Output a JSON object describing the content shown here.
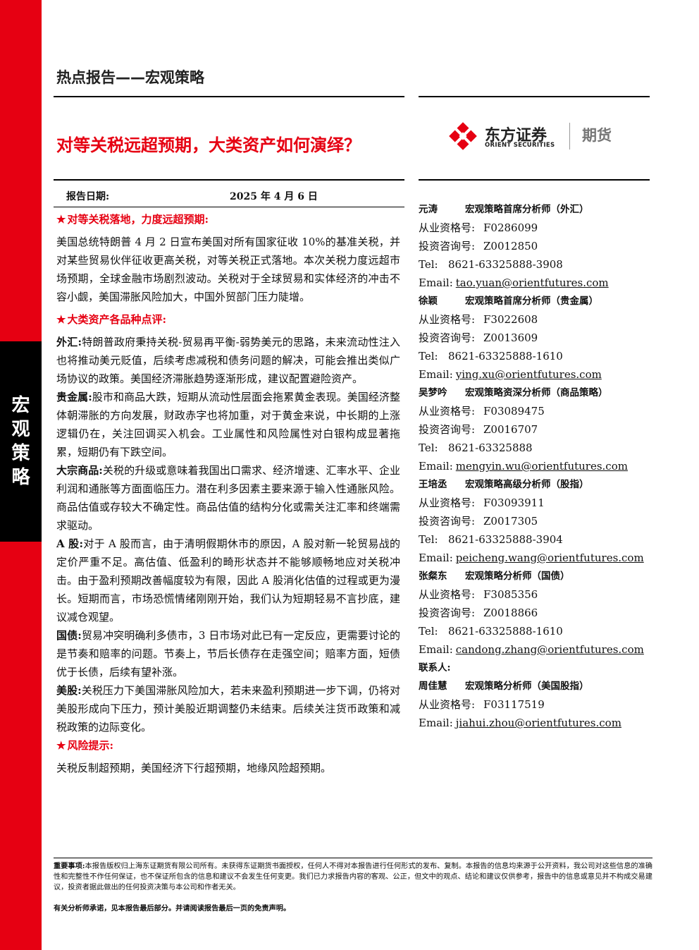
{
  "header": {
    "section_title": "热点报告——宏观策略",
    "side_label": "宏观策略"
  },
  "report": {
    "title": "对等关税远超预期，大类资产如何演绎？",
    "date_label": "报告日期:",
    "date_value": "2025 年 4 月 6 日"
  },
  "logo": {
    "cn": "东方证券",
    "en": "ORIENT SECURITIES",
    "suffix": "期货",
    "colors": {
      "red": "#e60012",
      "gray": "#777777"
    }
  },
  "sections": [
    {
      "heading": "对等关税落地，力度远超预期:",
      "paragraphs": [
        {
          "label": "",
          "text": "美国总统特朗普 4 月 2 日宣布美国对所有国家征收 10%的基准关税，并对某些贸易伙伴征收更高关税，对等关税正式落地。本次关税力度远超市场预期，全球金融市场剧烈波动。关税对于全球贸易和实体经济的冲击不容小觑，美国滞胀风险加大，中国外贸部门压力陡增。"
        }
      ]
    },
    {
      "heading": "大类资产各品种点评:",
      "paragraphs": [
        {
          "label": "外汇:",
          "text": "特朗普政府秉持关税-贸易再平衡-弱势美元的思路，未来流动性注入也将推动美元贬值，后续考虑减税和债务问题的解决，可能会推出类似广场协议的政策。美国经济滞胀趋势逐渐形成，建议配置避险资产。"
        },
        {
          "label": "贵金属:",
          "text": "股市和商品大跌，短期从流动性层面会拖累黄金表现。美国经济整体朝滞胀的方向发展，财政赤字也将加重，对于黄金来说，中长期的上涨逻辑仍在，关注回调买入机会。工业属性和风险属性对白银构成显著拖累，短期仍有下跌空间。"
        },
        {
          "label": "大宗商品:",
          "text": "关税的升级或意味着我国出口需求、经济增速、汇率水平、企业利润和通胀等方面面临压力。潜在利多因素主要来源于输入性通胀风险。商品估值或存较大不确定性。商品估值的结构分化或需关注汇率和终端需求驱动。"
        },
        {
          "label": "A 股:",
          "text": "对于 A 股而言，由于清明假期休市的原因，A 股对新一轮贸易战的定价严重不足。高估值、低盈利的畸形状态并不能够顺畅地应对关税冲击。由于盈利预期改善幅度较为有限，因此 A 股消化估值的过程或更为漫长。短期而言，市场恐慌情绪刚刚开始，我们认为短期轻易不言抄底，建议减仓观望。"
        },
        {
          "label": "国债:",
          "text": "贸易冲突明确利多债市，3 日市场对此已有一定反应，更需要讨论的是节奏和赔率的问题。节奏上，节后长债存在走强空间；赔率方面，短债优于长债，后续有望补涨。"
        },
        {
          "label": "美股:",
          "text": "关税压力下美国滞胀风险加大，若未来盈利预期进一步下调，仍将对美股形成向下压力，预计美股近期调整仍未结束。后续关注货币政策和减税政策的边际变化。"
        }
      ]
    },
    {
      "heading": "风险提示:",
      "paragraphs": [
        {
          "label": "",
          "text": "关税反制超预期，美国经济下行超预期，地缘风险超预期。"
        }
      ]
    }
  ],
  "analysts": [
    {
      "name": "元涛",
      "title": "宏观策略首席分析师（外汇）",
      "qual_label": "从业资格号:",
      "qual": "F0286099",
      "consult_label": "投资咨询号:",
      "consult": "Z0012850",
      "tel_label": "Tel:",
      "tel": "8621-63325888-3908",
      "email_label": "Email:",
      "email": "tao.yuan@orientfutures.com"
    },
    {
      "name": "徐颖",
      "title": "宏观策略首席分析师（贵金属）",
      "qual_label": "从业资格号:",
      "qual": "F3022608",
      "consult_label": "投资咨询号:",
      "consult": "Z0013609",
      "tel_label": "Tel:",
      "tel": "8621-63325888-1610",
      "email_label": "Email:",
      "email": "ying.xu@orientfutures.com"
    },
    {
      "name": "吴梦吟",
      "title": "宏观策略资深分析师（商品策略）",
      "qual_label": "从业资格号:",
      "qual": "F03089475",
      "consult_label": "投资咨询号:",
      "consult": "Z0016707",
      "tel_label": "Tel:",
      "tel": "8621-63325888",
      "email_label": "Email:",
      "email": "mengyin.wu@orientfutures.com"
    },
    {
      "name": "王培丞",
      "title": "宏观策略高级分析师（股指）",
      "qual_label": "从业资格号:",
      "qual": "F03093911",
      "consult_label": "投资咨询号:",
      "consult": "Z0017305",
      "tel_label": "Tel:",
      "tel": "8621-63325888-3904",
      "email_label": "Email:",
      "email": "peicheng.wang@orientfutures.com"
    },
    {
      "name": "张粲东",
      "title": "宏观策略分析师（国债）",
      "qual_label": "从业资格号:",
      "qual": "F3085356",
      "consult_label": "投资咨询号:",
      "consult": "Z0018866",
      "tel_label": "Tel:",
      "tel": "8621-63325888-1610",
      "email_label": "Email:",
      "email": "candong.zhang@orientfutures.com"
    }
  ],
  "contact": {
    "heading": "联系人:",
    "name": "周佳慧",
    "title": "宏观策略分析师（美国股指）",
    "qual_label": "从业资格号:",
    "qual": "F03117519",
    "email_label": "Email:",
    "email": "jiahui.zhou@orientfutures.com"
  },
  "footer": {
    "label": "重要事项:",
    "text": "本报告版权归上海东证期货有限公司所有。未获得东证期货书面授权，任何人不得对本报告进行任何形式的发布、复制。本报告的信息均来源于公开资料，我公司对这些信息的准确性和完整性不作任何保证，也不保证所包含的信息和建议不会发生任何变更。我们已力求报告内容的客观、公正，但文中的观点、结论和建议仅供参考，报告中的信息或意见并不构成交易建议，投资者据此做出的任何投资决策与本公司和作者无关。",
    "note": "有关分析师承诺，见本报告最后部分。并请阅读报告最后一页的免责声明。"
  }
}
